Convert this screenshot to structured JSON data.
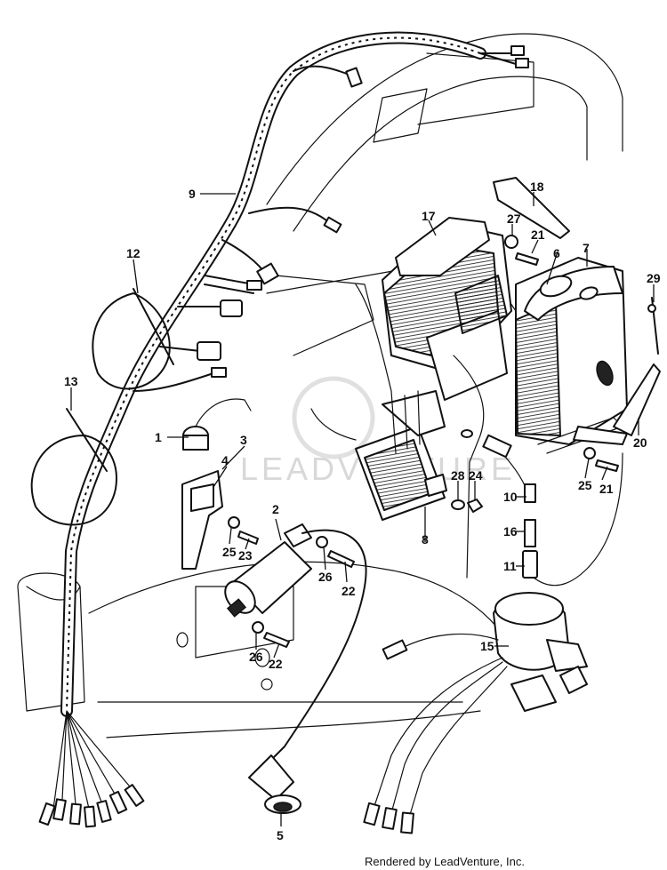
{
  "callouts": [
    {
      "id": "c1",
      "label": "1"
    },
    {
      "id": "c2",
      "label": "2"
    },
    {
      "id": "c3",
      "label": "3"
    },
    {
      "id": "c4",
      "label": "4"
    },
    {
      "id": "c5",
      "label": "5"
    },
    {
      "id": "c6",
      "label": "6"
    },
    {
      "id": "c7",
      "label": "7"
    },
    {
      "id": "c8",
      "label": "8"
    },
    {
      "id": "c9",
      "label": "9"
    },
    {
      "id": "c10",
      "label": "10"
    },
    {
      "id": "c11",
      "label": "11"
    },
    {
      "id": "c12",
      "label": "12"
    },
    {
      "id": "c13",
      "label": "13"
    },
    {
      "id": "c15",
      "label": "15"
    },
    {
      "id": "c16",
      "label": "16"
    },
    {
      "id": "c17",
      "label": "17"
    },
    {
      "id": "c18",
      "label": "18"
    },
    {
      "id": "c20",
      "label": "20"
    },
    {
      "id": "c21a",
      "label": "21"
    },
    {
      "id": "c21b",
      "label": "21"
    },
    {
      "id": "c22a",
      "label": "22"
    },
    {
      "id": "c22b",
      "label": "22"
    },
    {
      "id": "c23",
      "label": "23"
    },
    {
      "id": "c24",
      "label": "24"
    },
    {
      "id": "c25a",
      "label": "25"
    },
    {
      "id": "c25b",
      "label": "25"
    },
    {
      "id": "c26a",
      "label": "26"
    },
    {
      "id": "c26b",
      "label": "26"
    },
    {
      "id": "c27",
      "label": "27"
    },
    {
      "id": "c28",
      "label": "28"
    },
    {
      "id": "c29",
      "label": "29"
    }
  ],
  "watermark": "LEADVENTURE",
  "credit": "Rendered by LeadVenture, Inc.",
  "colors": {
    "ink": "#111111",
    "paper": "#ffffff",
    "watermark": "#d8d8d8"
  }
}
